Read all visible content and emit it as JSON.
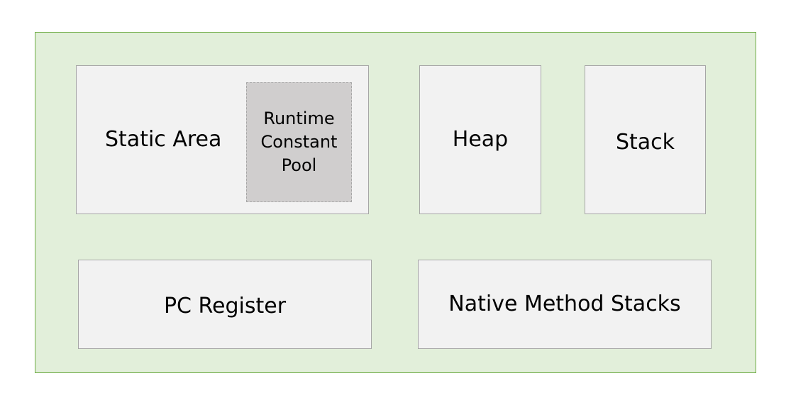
{
  "diagram": {
    "static_area": {
      "label": "Static Area",
      "runtime_constant_pool": "Runtime\nConstant\nPool"
    },
    "heap": "Heap",
    "stack": "Stack",
    "pc_register": "PC Register",
    "native_method_stacks": "Native Method Stacks"
  },
  "colors": {
    "container_fill": "#e2efda",
    "container_border": "#70ad47",
    "box_fill": "#f2f2f2",
    "box_border": "#a6a6a6",
    "pool_fill": "#d0cece"
  }
}
